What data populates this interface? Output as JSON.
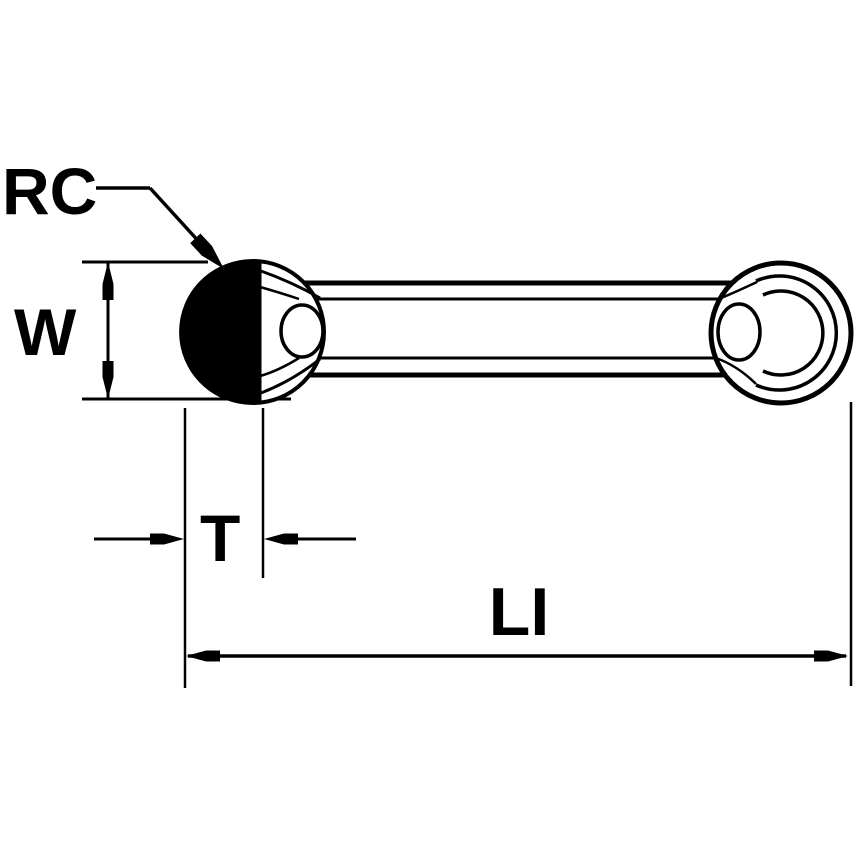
{
  "colors": {
    "ink": "#000000",
    "background": "#ffffff"
  },
  "labels": {
    "radius": "RC",
    "width": "W",
    "thickness": "T",
    "length": "LI"
  }
}
